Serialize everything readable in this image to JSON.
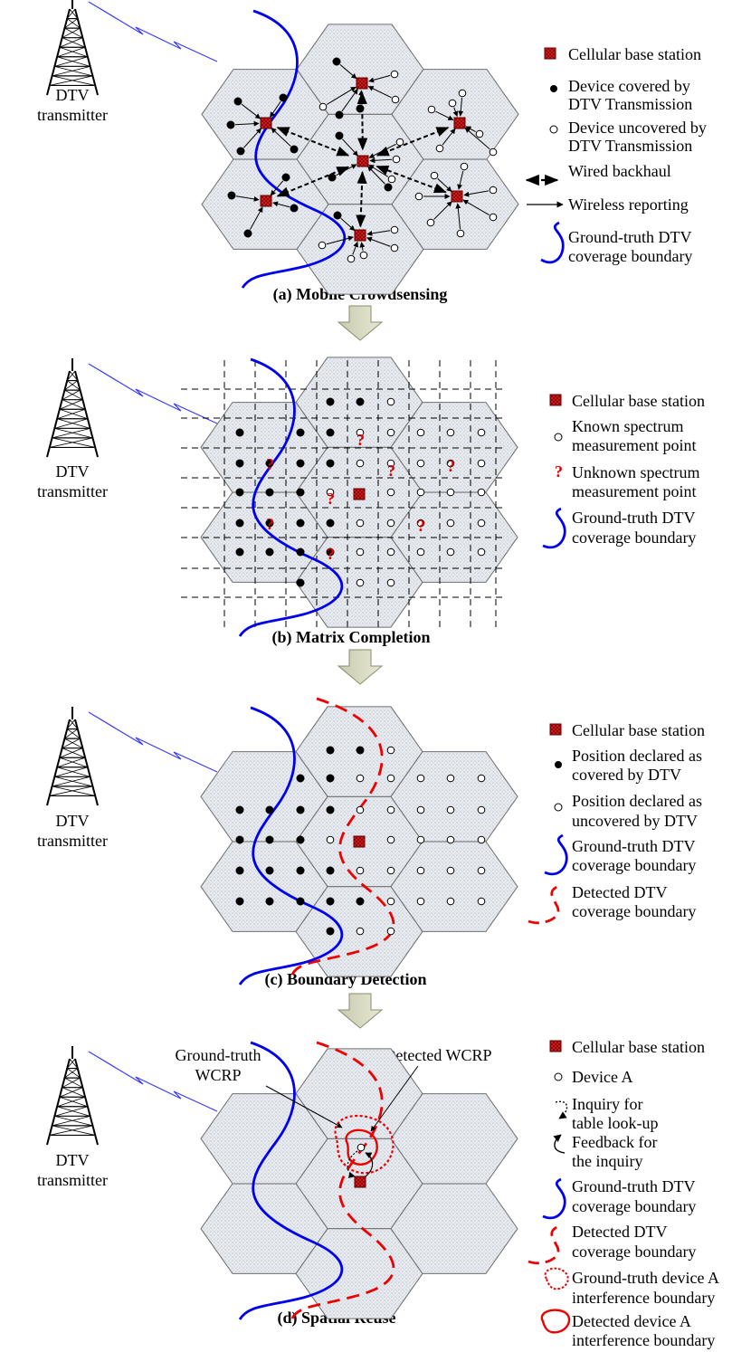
{
  "tower_label": {
    "line1": "DTV",
    "line2": "transmitter"
  },
  "panels": [
    {
      "caption": "(a) Mobile Crowdsensing",
      "legend": [
        {
          "icon": "base-station-icon",
          "lines": [
            "Cellular base station"
          ]
        },
        {
          "icon": "filled-dot-icon",
          "lines": [
            "Device covered by",
            "DTV Transmission"
          ]
        },
        {
          "icon": "hollow-dot-icon",
          "lines": [
            "Device uncovered by",
            "DTV Transmission"
          ]
        },
        {
          "icon": "dashed-double-arrow-icon",
          "lines": [
            "Wired backhaul"
          ]
        },
        {
          "icon": "arrow-icon",
          "lines": [
            "Wireless reporting"
          ]
        },
        {
          "icon": "blue-curve-icon",
          "lines": [
            "Ground-truth DTV",
            "coverage boundary"
          ]
        }
      ]
    },
    {
      "caption": "(b) Matrix Completion",
      "legend": [
        {
          "icon": "base-station-icon",
          "lines": [
            "Cellular base station"
          ]
        },
        {
          "icon": "hollow-dot-icon",
          "lines": [
            "Known spectrum",
            "measurement point"
          ]
        },
        {
          "icon": "question-mark-icon",
          "lines": [
            "Unknown spectrum",
            "measurement point"
          ]
        },
        {
          "icon": "blue-curve-icon",
          "lines": [
            "Ground-truth DTV",
            "coverage boundary"
          ]
        }
      ]
    },
    {
      "caption": "(c) Boundary Detection",
      "legend": [
        {
          "icon": "base-station-icon",
          "lines": [
            "Cellular base station"
          ]
        },
        {
          "icon": "filled-dot-icon",
          "lines": [
            "Position declared as",
            "covered by DTV"
          ]
        },
        {
          "icon": "hollow-dot-icon",
          "lines": [
            "Position declared as",
            "uncovered by DTV"
          ]
        },
        {
          "icon": "blue-curve-icon",
          "lines": [
            "Ground-truth DTV",
            "coverage boundary"
          ]
        },
        {
          "icon": "red-dashed-curve-icon",
          "lines": [
            "Detected DTV",
            "coverage boundary"
          ]
        }
      ]
    },
    {
      "caption": "(d) Spatial Reuse",
      "annotations": {
        "ground_truth": [
          "Ground-truth",
          "WCRP"
        ],
        "detected": "Detected WCRP"
      },
      "legend": [
        {
          "icon": "base-station-icon",
          "lines": [
            "Cellular base station"
          ]
        },
        {
          "icon": "hollow-dot-icon",
          "lines": [
            "Device A"
          ]
        },
        {
          "icon": "dotted-curved-arrow-icon",
          "lines": [
            "Inquiry for",
            "table look-up"
          ]
        },
        {
          "icon": "curved-arrow-icon",
          "lines": [
            "Feedback for",
            "the inquiry"
          ]
        },
        {
          "icon": "blue-curve-icon",
          "lines": [
            "Ground-truth DTV",
            "coverage boundary"
          ]
        },
        {
          "icon": "red-dashed-curve-icon",
          "lines": [
            "Detected DTV",
            "coverage boundary"
          ]
        },
        {
          "icon": "red-dotted-loop-icon",
          "lines": [
            "Ground-truth device A",
            "interference boundary"
          ]
        },
        {
          "icon": "red-loop-icon",
          "lines": [
            "Detected device A",
            "interference boundary"
          ]
        }
      ]
    }
  ],
  "colors": {
    "boundary_blue": "#0000ee",
    "detected_red": "#ee0000",
    "hex_fill": "#e4e8ee",
    "base_station": "#d42020"
  }
}
